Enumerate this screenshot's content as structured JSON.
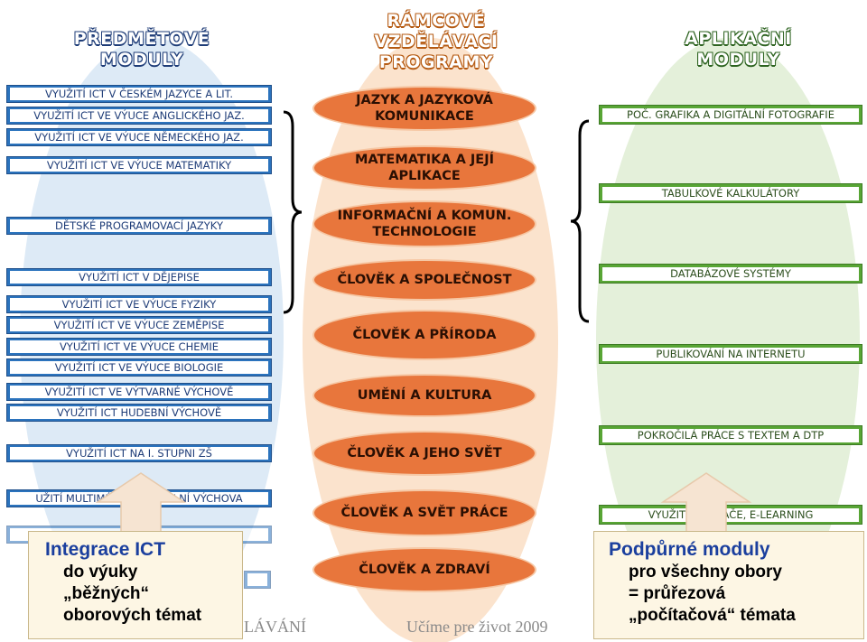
{
  "headings": {
    "left": [
      "PŘEDMĚTOVÉ",
      "MODULY"
    ],
    "center": [
      "RÁMCOVÉ",
      "VZDĚLÁVACÍ",
      "PROGRAMY"
    ],
    "right": [
      "APLIKAČNÍ",
      "MODULY"
    ]
  },
  "subject_modules": [
    "VYUŽITÍ ICT V ČESKÉM JAZYCE A LIT.",
    "VYUŽITÍ ICT VE VÝUCE ANGLICKÉHO JAZ.",
    "VYUŽITÍ ICT VE VÝUCE NĚMECKÉHO JAZ.",
    "VYUŽITÍ ICT VE VÝUCE MATEMATIKY",
    "DĚTSKÉ PROGRAMOVACÍ JAZYKY",
    "VYUŽITÍ ICT V DĚJEPISE",
    "VYUŽITÍ ICT VE VÝUCE FYZIKY",
    "VYUŽITÍ ICT VE VÝUCE ZEMĚPISE",
    "VYUŽITÍ ICT VE VÝUCE CHEMIE",
    "VYUŽITÍ ICT VE VÝUCE BIOLOGIE",
    "VYUŽITÍ ICT VE VÝTVARNÉ VÝCHOVĚ",
    "VYUŽITÍ ICT HUDEBNÍ VÝCHOVĚ",
    "VYUŽITÍ ICT NA I. STUPNI ZŠ",
    "UŽITÍ MULTIMÉDIÍ A MEDIÁLNÍ VÝCHOVA"
  ],
  "framework_programs": [
    "JAZYK A JAZYKOVÁ KOMUNIKACE",
    "MATEMATIKA A JEJÍ APLIKACE",
    "INFORMAČNÍ A KOMUN. TECHNOLOGIE",
    "ČLOVĚK A SPOLEČNOST",
    "ČLOVĚK A PŘÍRODA",
    "UMĚNÍ A KULTURA",
    "ČLOVĚK A JEHO SVĚT",
    "ČLOVĚK A SVĚT PRÁCE",
    "ČLOVĚK A ZDRAVÍ"
  ],
  "application_modules": [
    "POČ. GRAFIKA A DIGITÁLNÍ FOTOGRAFIE",
    "TABULKOVÉ KALKULÁTORY",
    "DATABÁZOVÉ SYSTÉMY",
    "PUBLIKOVÁNÍ NA INTERNETU",
    "POKROČILÁ PRÁCE S TEXTEM A DTP",
    "VYUŽITÍ POČÍTAČE, E-LEARNING"
  ],
  "notes": {
    "left": {
      "title": "Integrace ICT",
      "lines": [
        "do výuky",
        "„běžných“",
        "oborových témat"
      ]
    },
    "right": {
      "title": "Podpůrné moduly",
      "lines": [
        "pro všechny obory",
        "= průřezová",
        "„počítačová“ témata"
      ]
    }
  },
  "footer": {
    "left": "LÁVÁNÍ",
    "right": "Učíme pre život 2009"
  },
  "colors": {
    "subject_border": "#2b73bd",
    "program_oval": "#e8763c",
    "application_border": "#58a535",
    "note_title": "#1b3f9e"
  }
}
